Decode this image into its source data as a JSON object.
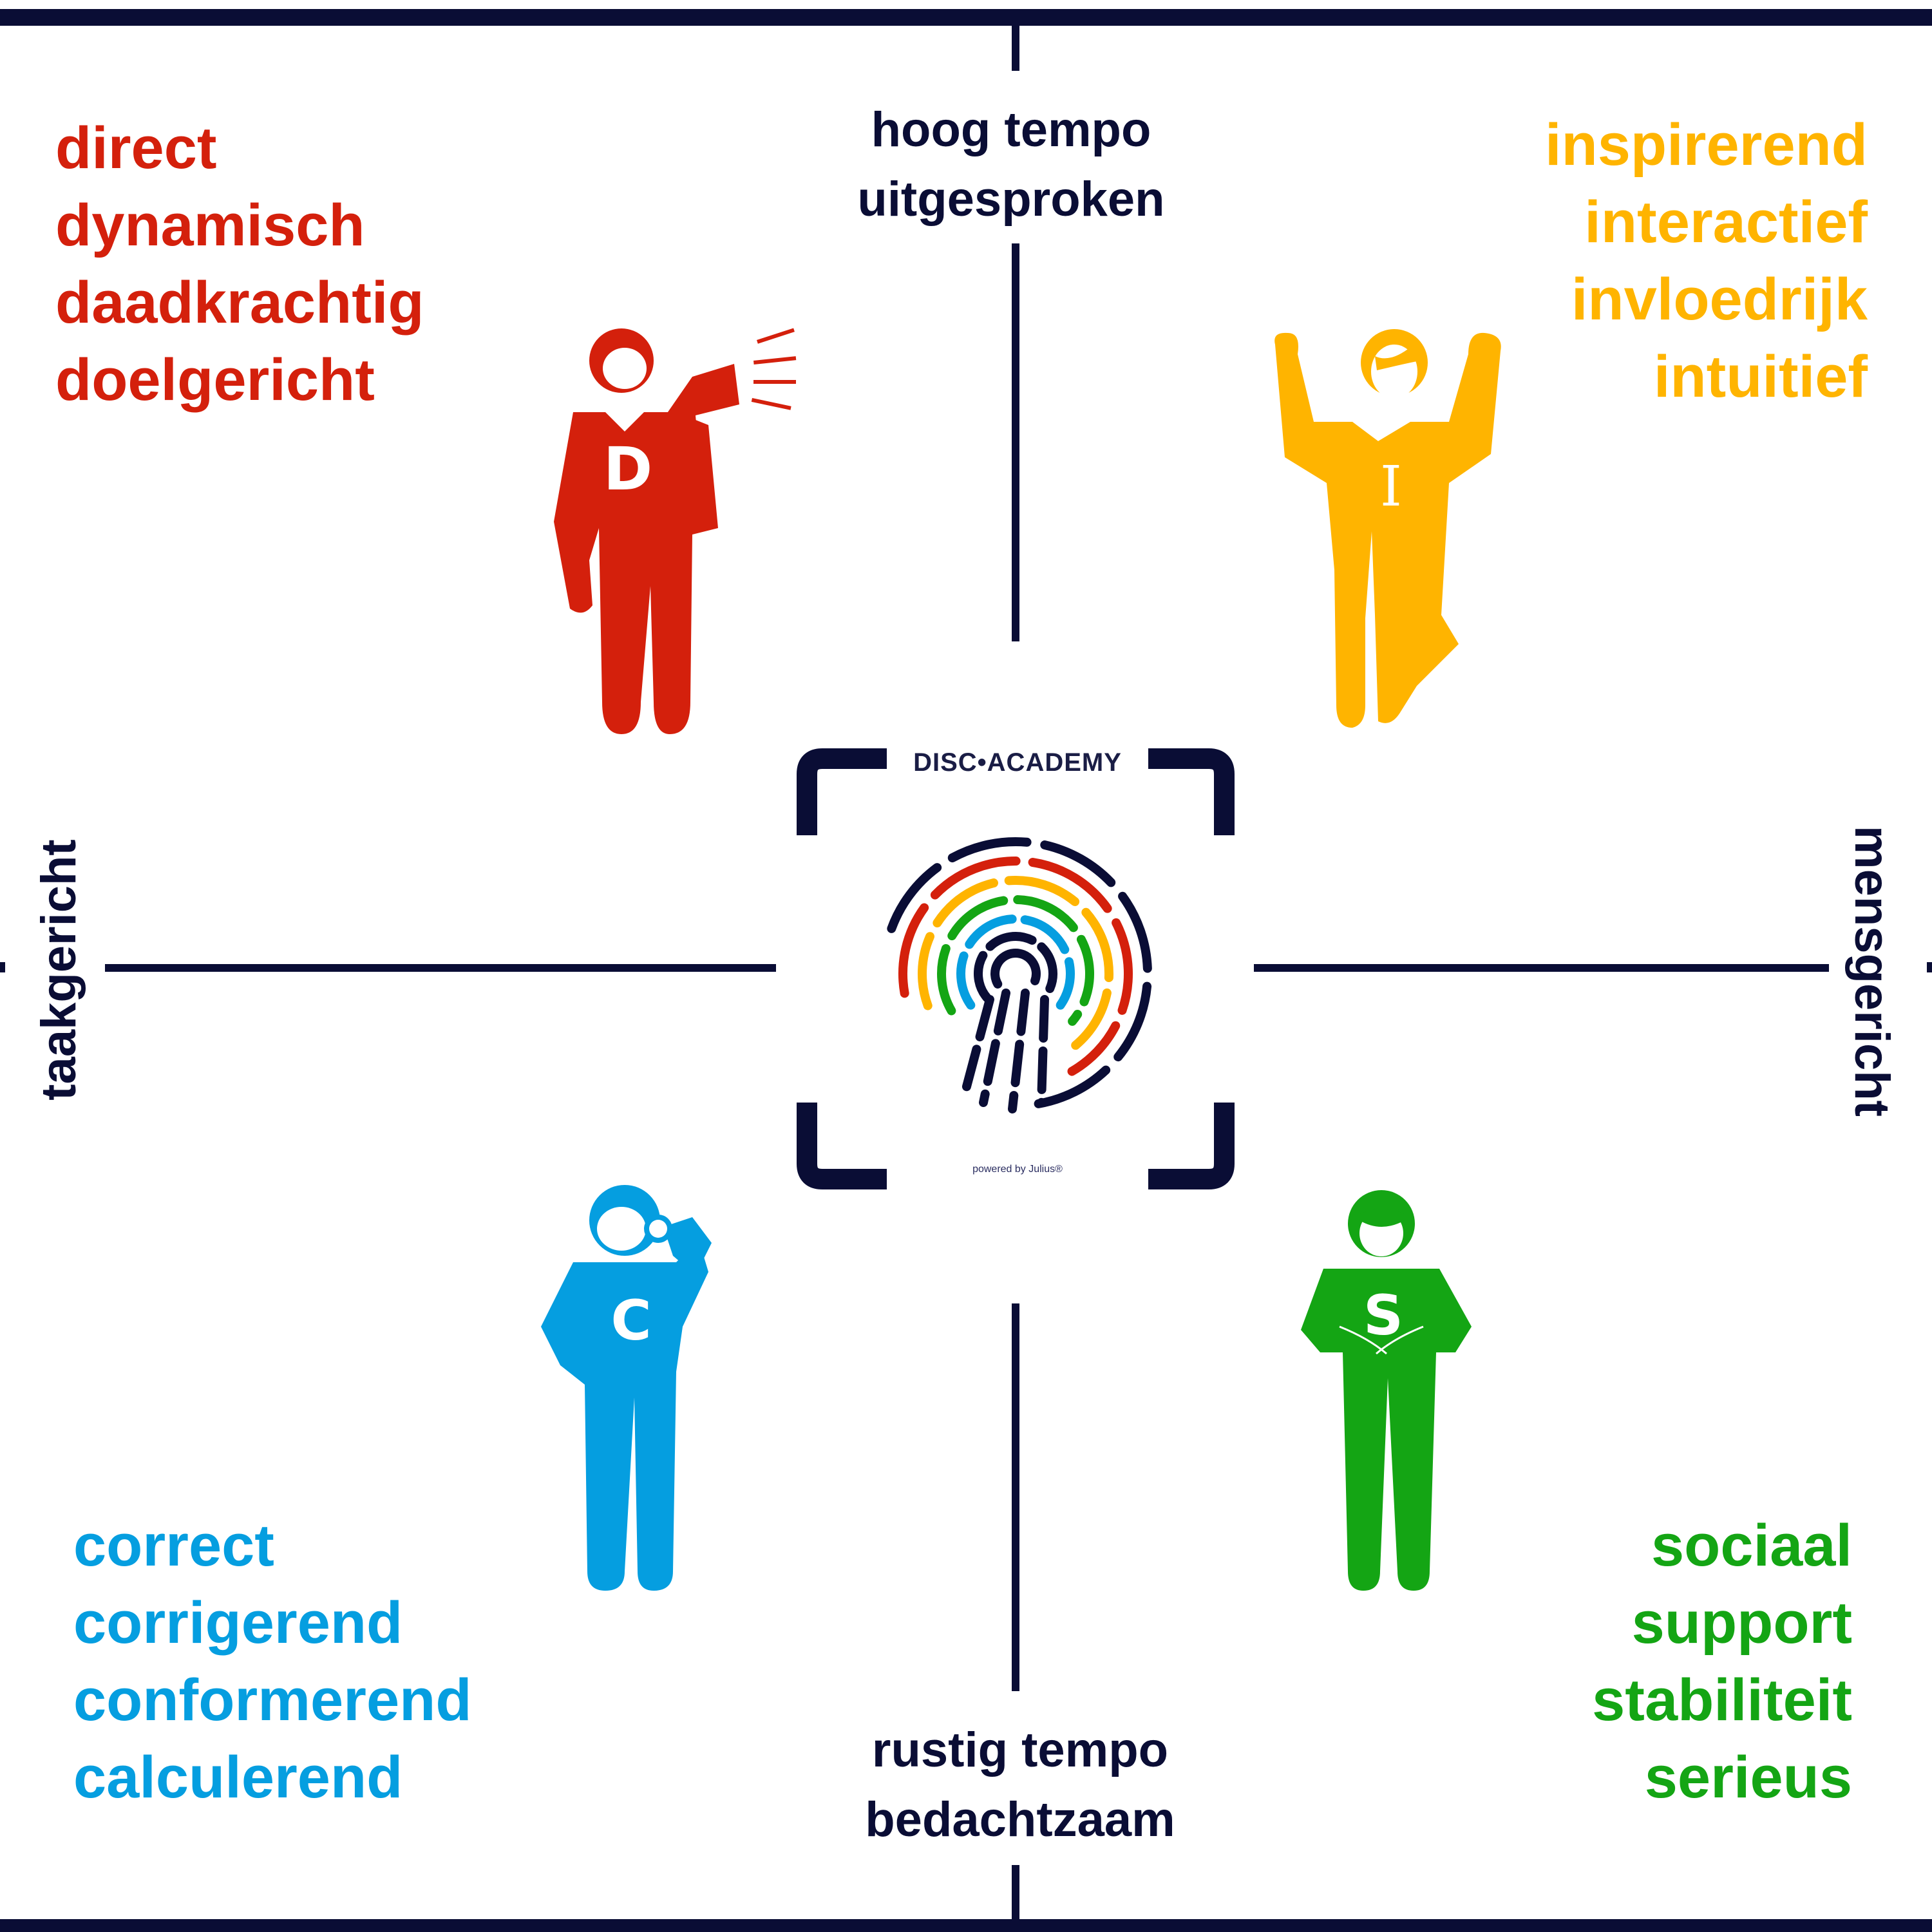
{
  "colors": {
    "navy": "#0a0d35",
    "dominant": "#d4200c",
    "influence": "#ffb400",
    "steadiness": "#14a514",
    "conscientious": "#059ee0"
  },
  "axes": {
    "top": [
      "hoog tempo",
      "uitgesproken"
    ],
    "bottom": [
      "rustig tempo",
      "bedachtzaam"
    ],
    "left": "taakgericht",
    "right": "mensgericht"
  },
  "quadrants": {
    "D": {
      "letter": "D",
      "icon": "megaphone-person-icon",
      "traits": [
        "direct",
        "dynamisch",
        "daadkrachtig",
        "doelgericht"
      ]
    },
    "I": {
      "letter": "I",
      "icon": "cheering-person-icon",
      "traits": [
        "inspirerend",
        "interactief",
        "invloedrijk",
        "intuitief"
      ]
    },
    "C": {
      "letter": "C",
      "icon": "magnifier-person-icon",
      "traits": [
        "correct",
        "corrigerend",
        "conformerend",
        "calculerend"
      ]
    },
    "S": {
      "letter": "S",
      "icon": "calm-person-icon",
      "traits": [
        "sociaal",
        "support",
        "stabiliteit",
        "serieus"
      ]
    }
  },
  "logo": {
    "title": "DISC•ACADEMY",
    "footer": "powered by Julius®",
    "icon": "fingerprint-icon"
  }
}
